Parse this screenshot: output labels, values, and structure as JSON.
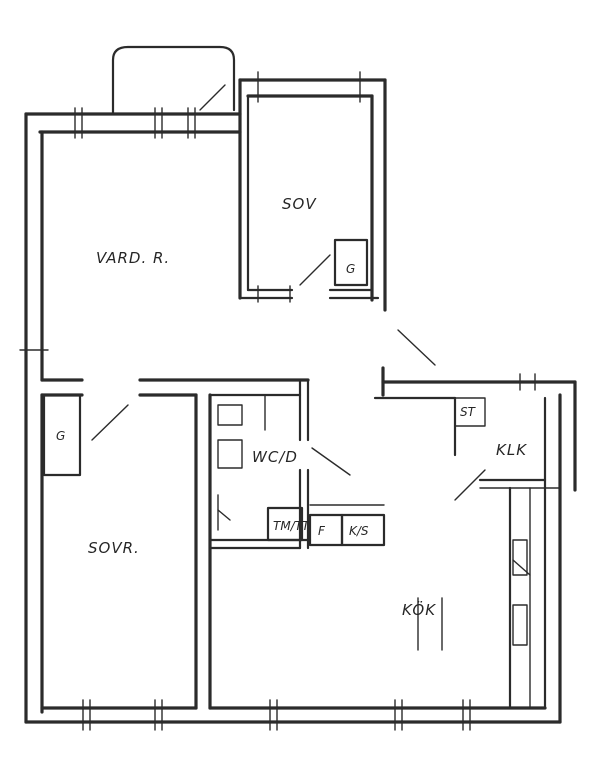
{
  "rooms": {
    "vardagsrum": "VARD. R.",
    "sov": "SOV",
    "sovrum": "SOVR.",
    "wc": "WC/D",
    "klk": "KLK",
    "kok": "KÖK"
  },
  "fixtures": {
    "wardrobe_sov": "G",
    "wardrobe_sovrum": "G",
    "tumble_dryer": "TM/TT",
    "fridge": "F",
    "freezer": "K/S",
    "storage": "ST"
  }
}
